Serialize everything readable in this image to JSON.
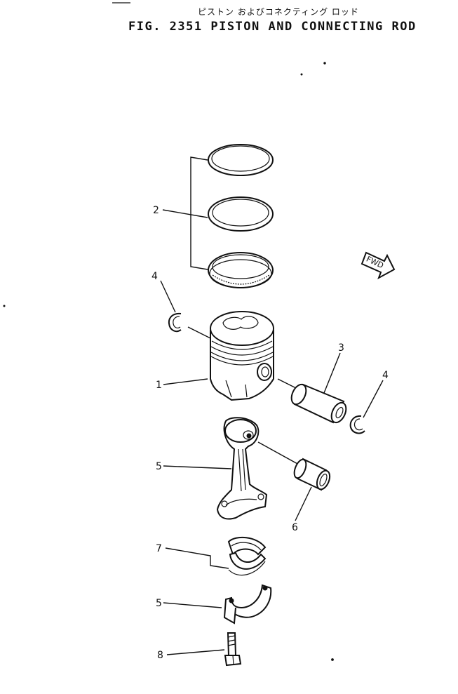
{
  "header": {
    "title_jp": "ピストン およびコネクティング ロッド",
    "title_en": "FIG. 2351  PISTON AND CONNECTING ROD"
  },
  "direction_marker": "FWD",
  "callouts": [
    {
      "id": "c2",
      "label": "2"
    },
    {
      "id": "c4a",
      "label": "4"
    },
    {
      "id": "c1",
      "label": "1"
    },
    {
      "id": "c3",
      "label": "3"
    },
    {
      "id": "c4b",
      "label": "4"
    },
    {
      "id": "c5a",
      "label": "5"
    },
    {
      "id": "c6",
      "label": "6"
    },
    {
      "id": "c7",
      "label": "7"
    },
    {
      "id": "c5b",
      "label": "5"
    },
    {
      "id": "c8",
      "label": "8"
    }
  ]
}
